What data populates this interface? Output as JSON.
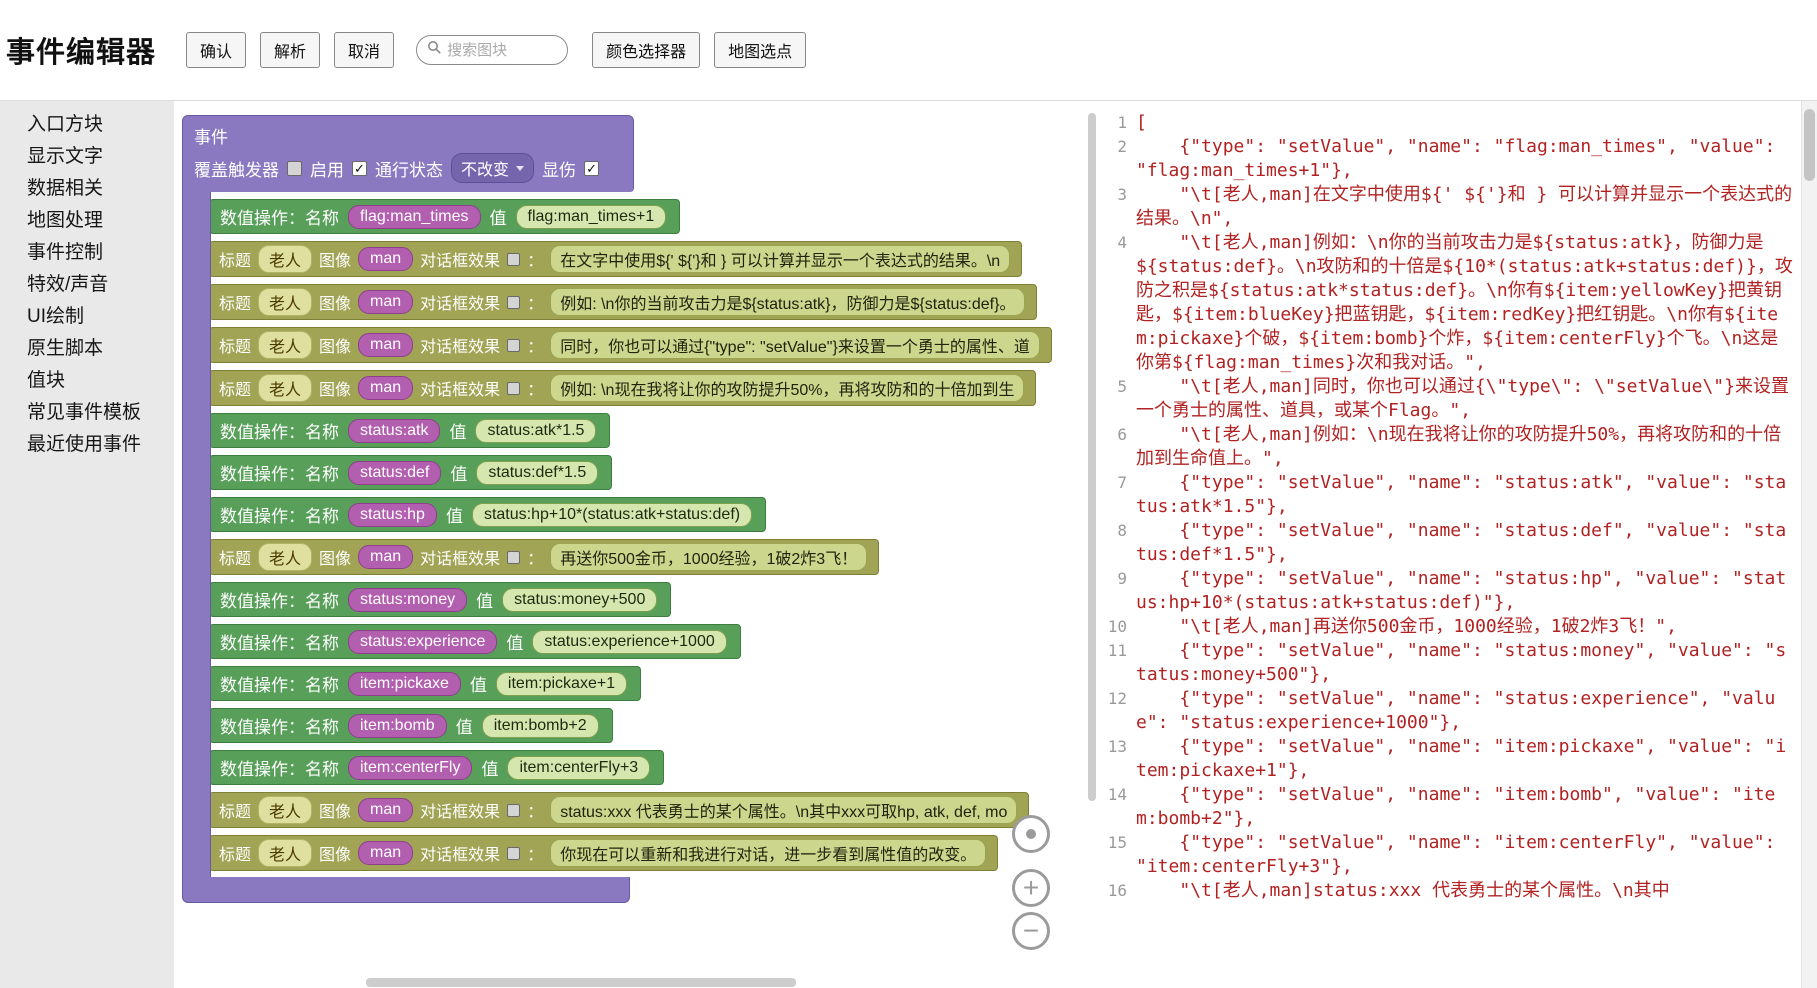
{
  "toolbar": {
    "title": "事件编辑器",
    "confirm": "确认",
    "parse": "解析",
    "cancel": "取消",
    "search_placeholder": "搜索图块",
    "color_picker": "颜色选择器",
    "map_pick": "地图选点"
  },
  "sidebar": {
    "items": [
      "入口方块",
      "显示文字",
      "数据相关",
      "地图处理",
      "事件控制",
      "特效/声音",
      "UI绘制",
      "原生脚本",
      "值块",
      "常见事件模板",
      "最近使用事件"
    ]
  },
  "labels": {
    "setvalue": "数值操作：名称",
    "value": "值",
    "title": "标题",
    "image": "图像",
    "effect": "对话框效果",
    "colon": "："
  },
  "event_block": {
    "title": "事件",
    "header": {
      "trigger_label": "覆盖触发器",
      "trigger_checked": false,
      "enable_label": "启用",
      "enable_checked": true,
      "pass_label": "通行状态",
      "pass_value": "不改变",
      "damage_label": "显伤",
      "damage_checked": true
    },
    "children": [
      {
        "kind": "sv",
        "name": "flag:man_times",
        "value": "flag:man_times+1"
      },
      {
        "kind": "tx",
        "title": "老人",
        "image": "man",
        "text": "在文字中使用${' ${'}和 } 可以计算并显示一个表达式的结果。\\n"
      },
      {
        "kind": "tx",
        "title": "老人",
        "image": "man",
        "text": "例如: \\n你的当前攻击力是${status:atk}，防御力是${status:def}。"
      },
      {
        "kind": "tx",
        "title": "老人",
        "image": "man",
        "text": "同时，你也可以通过{\"type\": \"setValue\"}来设置一个勇士的属性、道"
      },
      {
        "kind": "tx",
        "title": "老人",
        "image": "man",
        "text": "例如: \\n现在我将让你的攻防提升50%，再将攻防和的十倍加到生"
      },
      {
        "kind": "sv",
        "name": "status:atk",
        "value": "status:atk*1.5"
      },
      {
        "kind": "sv",
        "name": "status:def",
        "value": "status:def*1.5"
      },
      {
        "kind": "sv",
        "name": "status:hp",
        "value": "status:hp+10*(status:atk+status:def)"
      },
      {
        "kind": "tx",
        "title": "老人",
        "image": "man",
        "text": "再送你500金币，1000经验，1破2炸3飞！"
      },
      {
        "kind": "sv",
        "name": "status:money",
        "value": "status:money+500"
      },
      {
        "kind": "sv",
        "name": "status:experience",
        "value": "status:experience+1000"
      },
      {
        "kind": "sv",
        "name": "item:pickaxe",
        "value": "item:pickaxe+1"
      },
      {
        "kind": "sv",
        "name": "item:bomb",
        "value": "item:bomb+2"
      },
      {
        "kind": "sv",
        "name": "item:centerFly",
        "value": "item:centerFly+3"
      },
      {
        "kind": "tx",
        "title": "老人",
        "image": "man",
        "text": "status:xxx 代表勇士的某个属性。\\n其中xxx可取hp, atk, def, mo"
      },
      {
        "kind": "tx",
        "title": "老人",
        "image": "man",
        "text": "你现在可以重新和我进行对话，进一步看到属性值的改变。"
      }
    ]
  },
  "zoom_controls": {
    "zoom_in": "+",
    "zoom_out": "−"
  },
  "code_editor": {
    "lines": [
      {
        "num": 1,
        "text": "["
      },
      {
        "num": 2,
        "text": "    {\"type\": \"setValue\", \"name\": \"flag:man_times\", \"value\": \"flag:man_times+1\"},"
      },
      {
        "num": 3,
        "text": "    \"\\t[老人,man]在文字中使用${' ${'}和 } 可以计算并显示一个表达式的结果。\\n\","
      },
      {
        "num": 4,
        "text": "    \"\\t[老人,man]例如：\\n你的当前攻击力是${status:atk}，防御力是${status:def}。\\n攻防和的十倍是${10*(status:atk+status:def)}，攻防之积是${status:atk*status:def}。\\n你有${item:yellowKey}把黄钥匙，${item:blueKey}把蓝钥匙，${item:redKey}把红钥匙。\\n你有${item:pickaxe}个破，${item:bomb}个炸，${item:centerFly}个飞。\\n这是你第${flag:man_times}次和我对话。\","
      },
      {
        "num": 5,
        "text": "    \"\\t[老人,man]同时，你也可以通过{\\\"type\\\": \\\"setValue\\\"}来设置一个勇士的属性、道具，或某个Flag。\","
      },
      {
        "num": 6,
        "text": "    \"\\t[老人,man]例如：\\n现在我将让你的攻防提升50%，再将攻防和的十倍加到生命值上。\","
      },
      {
        "num": 7,
        "text": "    {\"type\": \"setValue\", \"name\": \"status:atk\", \"value\": \"status:atk*1.5\"},"
      },
      {
        "num": 8,
        "text": "    {\"type\": \"setValue\", \"name\": \"status:def\", \"value\": \"status:def*1.5\"},"
      },
      {
        "num": 9,
        "text": "    {\"type\": \"setValue\", \"name\": \"status:hp\", \"value\": \"status:hp+10*(status:atk+status:def)\"},"
      },
      {
        "num": 10,
        "text": "    \"\\t[老人,man]再送你500金币，1000经验，1破2炸3飞！\","
      },
      {
        "num": 11,
        "text": "    {\"type\": \"setValue\", \"name\": \"status:money\", \"value\": \"status:money+500\"},"
      },
      {
        "num": 12,
        "text": "    {\"type\": \"setValue\", \"name\": \"status:experience\", \"value\": \"status:experience+1000\"},"
      },
      {
        "num": 13,
        "text": "    {\"type\": \"setValue\", \"name\": \"item:pickaxe\", \"value\": \"item:pickaxe+1\"},"
      },
      {
        "num": 14,
        "text": "    {\"type\": \"setValue\", \"name\": \"item:bomb\", \"value\": \"item:bomb+2\"},"
      },
      {
        "num": 15,
        "text": "    {\"type\": \"setValue\", \"name\": \"item:centerFly\", \"value\": \"item:centerFly+3\"},"
      },
      {
        "num": 16,
        "text": "    \"\\t[老人,man]status:xxx 代表勇士的某个属性。\\n其中"
      }
    ]
  },
  "colors": {
    "event_purple": "#8a79c1",
    "setvalue_green": "#58a05a",
    "name_pill_magenta": "#b35fb0",
    "text_block_olive": "#a2a455",
    "value_pill_light": "#d5e7ae",
    "code_text_red": "#b22222"
  }
}
